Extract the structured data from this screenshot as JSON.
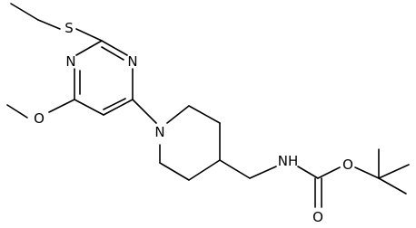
{
  "molecule": {
    "atoms": {
      "s_thio": "S",
      "n_pyr_top": "N",
      "n_pyr_bottom": "N",
      "o_methoxy": "O",
      "n_piperidine": "N",
      "nh_carbamate": "NH",
      "o_ester": "O",
      "o_carbonyl": "O"
    }
  }
}
